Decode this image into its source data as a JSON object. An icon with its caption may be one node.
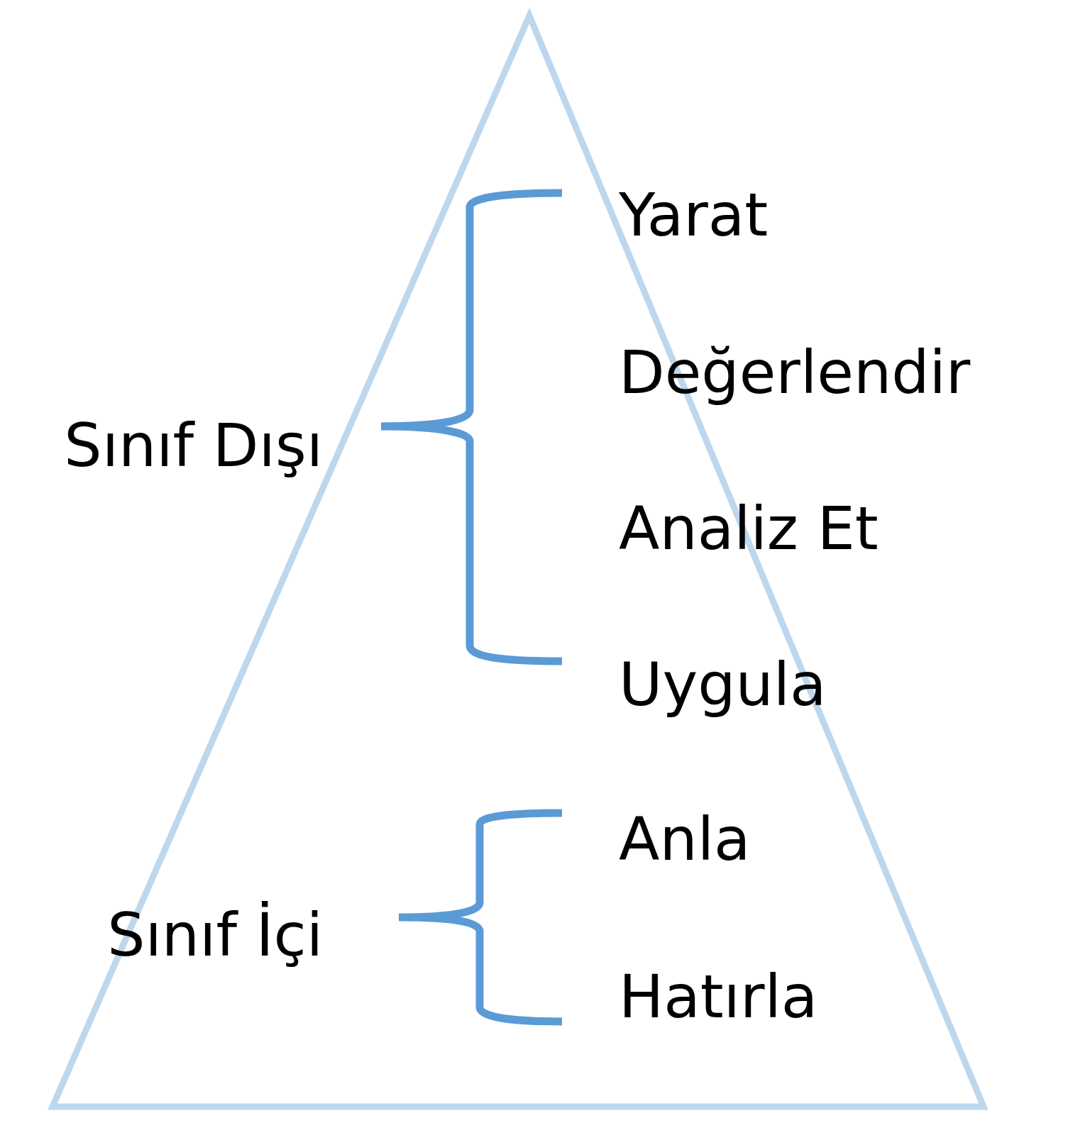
{
  "diagram": {
    "labels": [
      "Yarat",
      "Değerlendir",
      "Sınıf Dışı",
      "Analiz Et",
      "Uygula",
      "Anla",
      "Sınıf İçi",
      "Hatırla"
    ]
  }
}
